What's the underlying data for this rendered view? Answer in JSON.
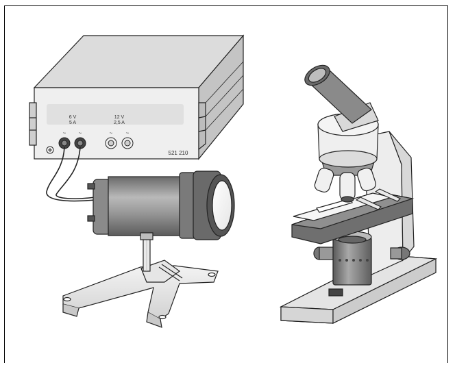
{
  "power_supply": {
    "output_1_voltage": "6 V",
    "output_1_current": "5 A",
    "output_2_voltage": "12 V",
    "output_2_current": "2,5 A",
    "ac_symbol": "~",
    "catalog_number": "521 210"
  },
  "colors": {
    "outline": "#222222",
    "body_light": "#ededed",
    "body_mid": "#d0d0d0",
    "body_dark": "#8a8a8a",
    "metal_dark": "#555555",
    "panel": "#e2e2e2"
  }
}
